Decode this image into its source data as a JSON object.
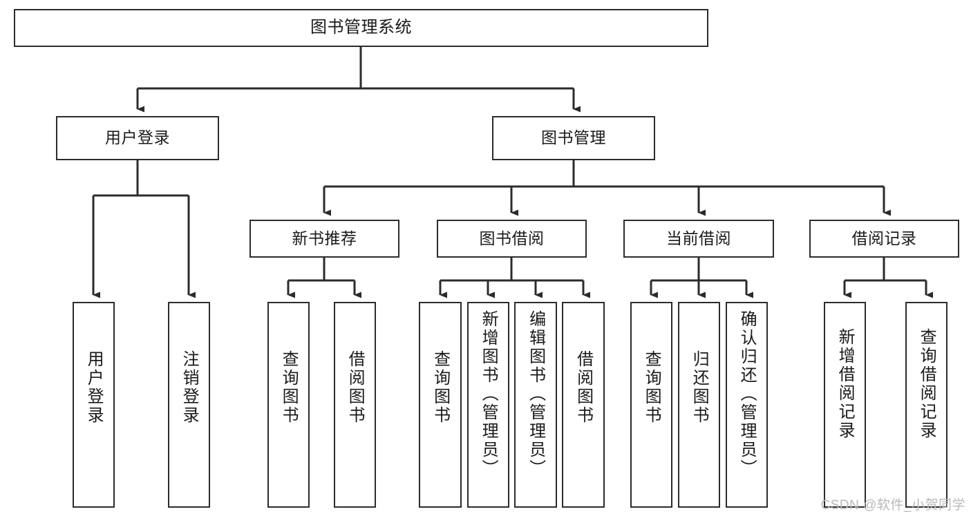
{
  "diagram": {
    "type": "tree-hierarchy-chart",
    "title": "图书管理系统",
    "watermark": "CSDN @软件_小贺同学",
    "colors": {
      "node_border": "#2b2b2b",
      "node_fill": "#ffffff",
      "edge": "#2b2b2b",
      "text": "#1a1a1a",
      "watermark": "#b9b9b9",
      "background": "#ffffff"
    },
    "nodes": {
      "root": {
        "label": "图书管理系统"
      },
      "level2": [
        {
          "id": "user-login",
          "label": "用户登录"
        },
        {
          "id": "book-manage",
          "label": "图书管理"
        }
      ],
      "level3": [
        {
          "id": "new-book-rec",
          "label": "新书推荐"
        },
        {
          "id": "book-borrow",
          "label": "图书借阅"
        },
        {
          "id": "current-borrow",
          "label": "当前借阅"
        },
        {
          "id": "borrow-record",
          "label": "借阅记录"
        }
      ],
      "leaves": [
        {
          "id": "leaf-user-login",
          "label": "用户登录",
          "parent": "user-login"
        },
        {
          "id": "leaf-user-logout",
          "label": "注销登录",
          "parent": "user-login"
        },
        {
          "id": "leaf-query-book-1",
          "label": "查询图书",
          "parent": "new-book-rec"
        },
        {
          "id": "leaf-borrow-book-1",
          "label": "借阅图书",
          "parent": "new-book-rec"
        },
        {
          "id": "leaf-query-book-2",
          "label": "查询图书",
          "parent": "book-borrow"
        },
        {
          "id": "leaf-add-book",
          "label": "新增图书（管理员）",
          "parent": "book-borrow"
        },
        {
          "id": "leaf-edit-book",
          "label": "编辑图书（管理员）",
          "parent": "book-borrow"
        },
        {
          "id": "leaf-borrow-book-2",
          "label": "借阅图书",
          "parent": "book-borrow"
        },
        {
          "id": "leaf-query-book-3",
          "label": "查询图书",
          "parent": "current-borrow"
        },
        {
          "id": "leaf-return-book",
          "label": "归还图书",
          "parent": "current-borrow"
        },
        {
          "id": "leaf-confirm-return",
          "label": "确认归还（管理员）",
          "parent": "current-borrow"
        },
        {
          "id": "leaf-add-record",
          "label": "新增借阅记录",
          "parent": "borrow-record"
        },
        {
          "id": "leaf-query-record",
          "label": "查询借阅记录",
          "parent": "borrow-record"
        }
      ]
    }
  }
}
